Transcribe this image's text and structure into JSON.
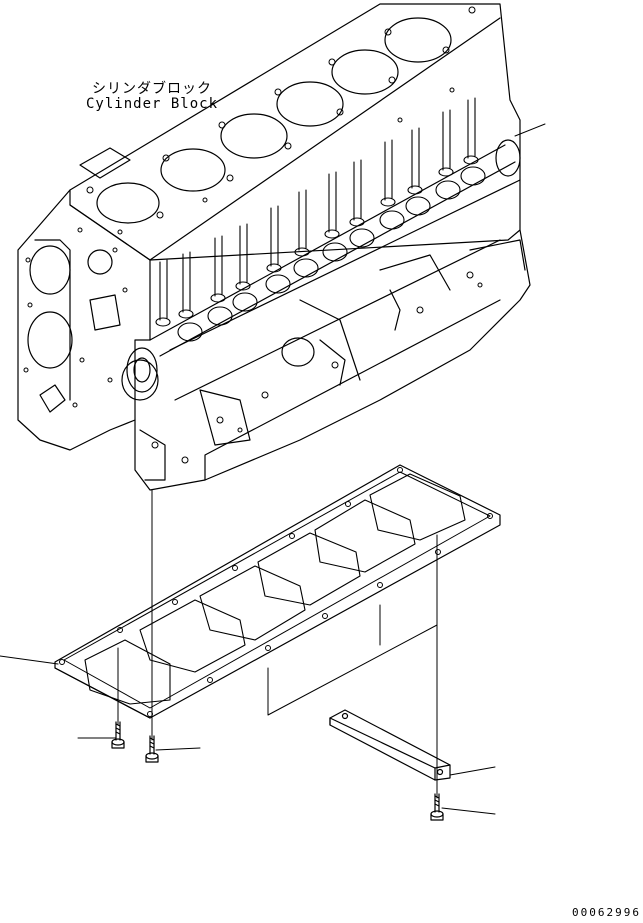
{
  "part_label": {
    "japanese": "シリンダブロック",
    "english": "Cylinder Block"
  },
  "drawing_number": "00062996",
  "components": [
    {
      "id": "cylinder-block",
      "icon": "cylinder-block-icon"
    },
    {
      "id": "camshaft",
      "icon": "camshaft-icon"
    },
    {
      "id": "oil-pan-gasket-plate",
      "icon": "gasket-plate-icon"
    },
    {
      "id": "stiffener-bar",
      "icon": "stiffener-bar-icon"
    },
    {
      "id": "bolt",
      "icon": "bolt-icon"
    }
  ],
  "colors": {
    "line": "#000000",
    "background": "#ffffff"
  }
}
